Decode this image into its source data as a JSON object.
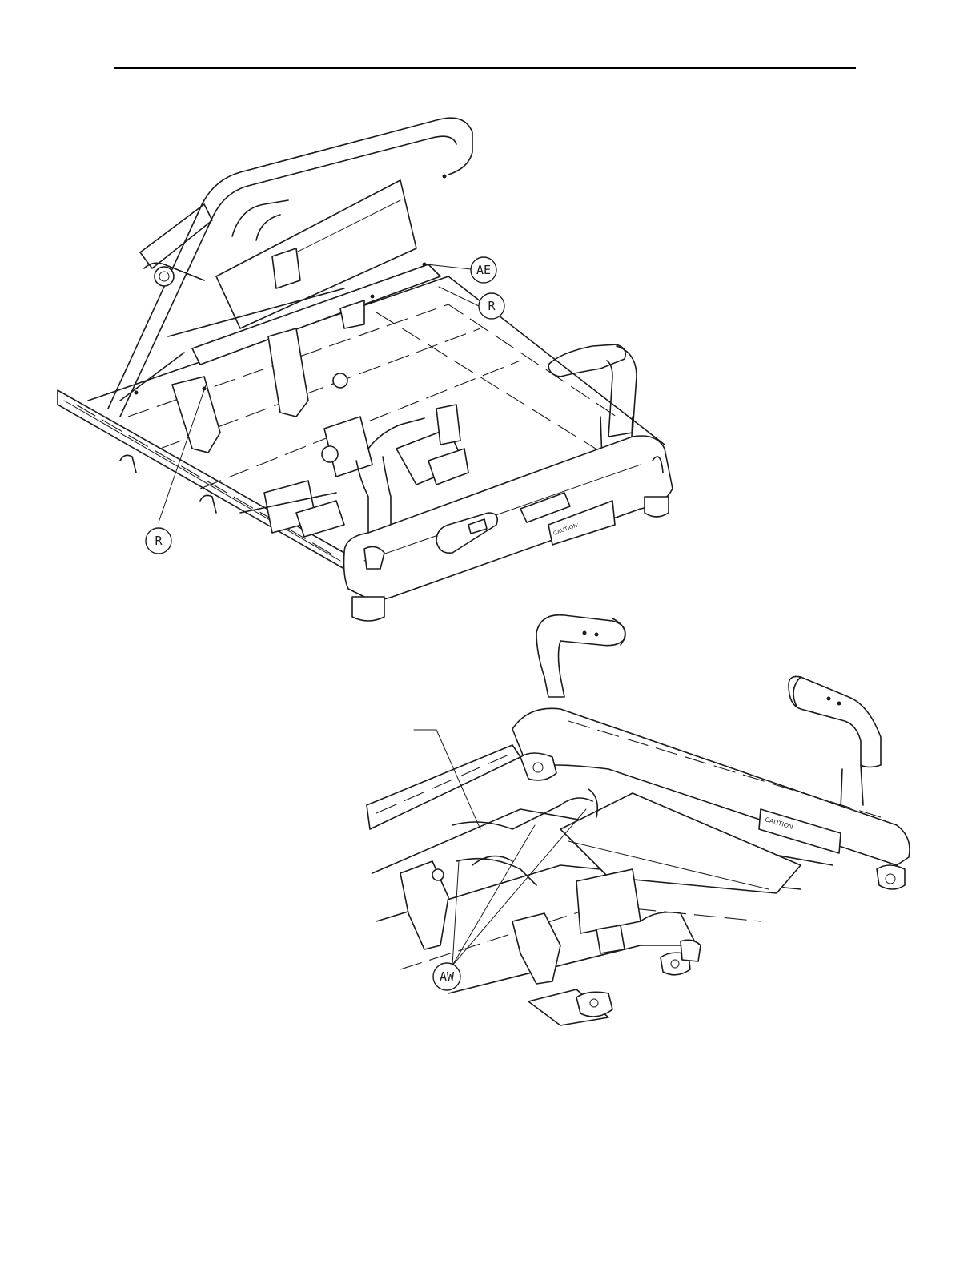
{
  "callouts": {
    "top_ae": "AE",
    "top_r_right": "R",
    "top_r_left": "R",
    "bottom_aw": "AW"
  },
  "decals": {
    "caution_top": "CAUTION:",
    "caution_bottom": "CAUTION"
  }
}
